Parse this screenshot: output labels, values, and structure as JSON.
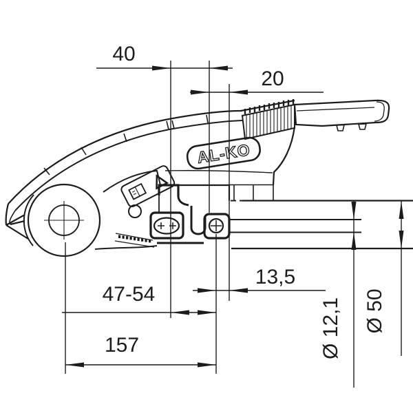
{
  "document": {
    "type": "technical-drawing",
    "subject": "stabiliser coupling side view"
  },
  "brand": {
    "label": "AL-KO"
  },
  "dims": {
    "d40": "40",
    "d20": "20",
    "d13_5": "13,5",
    "d47_54": "47-54",
    "d157": "157",
    "dia12": "Ø 12,1",
    "dia50": "Ø 50"
  },
  "icons": {
    "label_icons": [
      "book-icon",
      "warning-triangle-icon"
    ]
  },
  "colors": {
    "line": "#1c1c1c",
    "background": "#ffffff"
  }
}
